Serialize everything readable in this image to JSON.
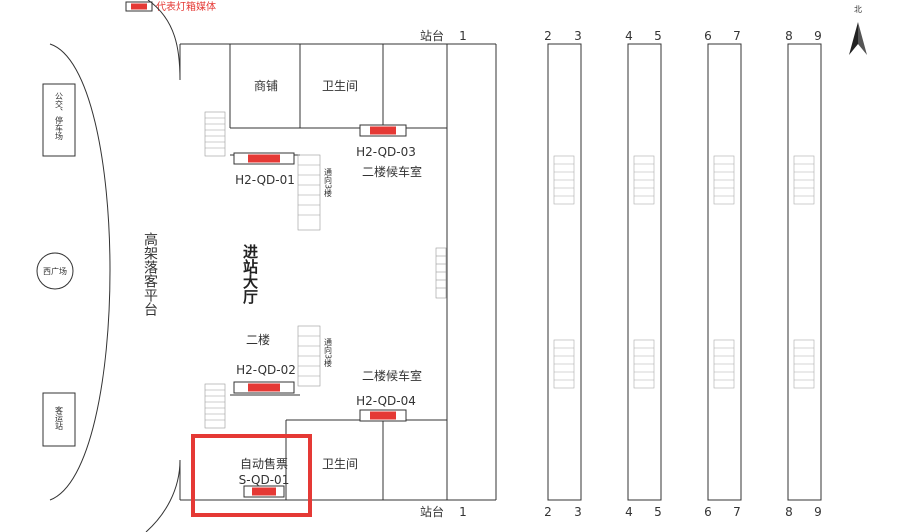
{
  "legend": {
    "label": "代表灯箱媒体",
    "color": "#e53935"
  },
  "compass": {
    "label": "北"
  },
  "outside": {
    "bus": "公交、停车场",
    "west_square": "西广场",
    "coach": "客运站",
    "platform": "高架落客平台"
  },
  "hall": {
    "name": "进站大厅"
  },
  "rooms": {
    "shop": "商铺",
    "toilet_top": "卫生间",
    "toilet_bottom": "卫生间",
    "waiting_top": "二楼候车室",
    "waiting_bottom": "二楼候车室",
    "second_floor": "二楼",
    "ticket": "自动售票"
  },
  "stairs": {
    "to3_top": "通向3楼",
    "to3_bottom": "通向3楼"
  },
  "media": {
    "h2_01": "H2-QD-01",
    "h2_02": "H2-QD-02",
    "h2_03": "H2-QD-03",
    "h2_04": "H2-QD-04",
    "s_01": "S-QD-01"
  },
  "platform_label": "站台",
  "tracks": [
    "1",
    "2",
    "3",
    "4",
    "5",
    "6",
    "7",
    "8",
    "9"
  ],
  "colors": {
    "media": "#e53935",
    "highlight": "#e53935",
    "lines": "#333333"
  }
}
